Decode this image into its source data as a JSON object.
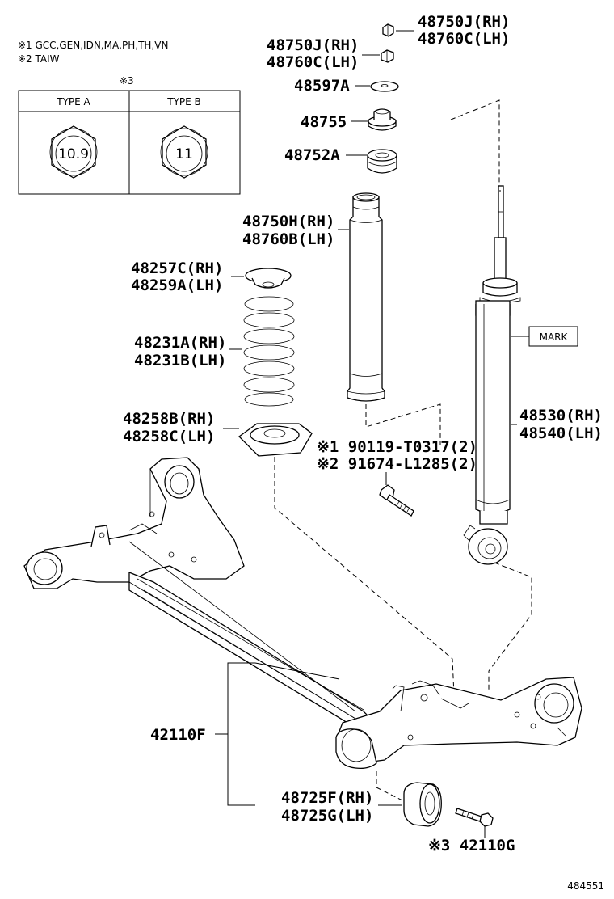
{
  "notes": {
    "note1": "※1 GCC,GEN,IDN,MA,PH,TH,VN",
    "note2": "※2 TAIW"
  },
  "table": {
    "marker": "※3",
    "col_a": "TYPE A",
    "col_b": "TYPE B",
    "nut_a": "10.9",
    "nut_b": "11"
  },
  "labels": {
    "nut_top_rh": "48750J(RH)",
    "nut_top_lh": "48760C(LH)",
    "nut_2_rh": "48750J(RH)",
    "nut_2_lh": "48760C(LH)",
    "washer": "48597A",
    "cushion": "48755",
    "cushion2": "48752A",
    "boot_rh": "48750H(RH)",
    "boot_lh": "48760B(LH)",
    "upper_seat_rh": "48257C(RH)",
    "upper_seat_lh": "48259A(LH)",
    "spring_rh": "48231A(RH)",
    "spring_lh": "48231B(LH)",
    "lower_seat_rh": "48258B(RH)",
    "lower_seat_lh": "48258C(LH)",
    "bolt1": "※1 90119-T0317(2)",
    "bolt2": "※2 91674-L1285(2)",
    "absorber_rh": "48530(RH)",
    "absorber_lh": "48540(LH)",
    "mark": "MARK",
    "beam": "42110F",
    "bushing_rh": "48725F(RH)",
    "bushing_lh": "48725G(LH)",
    "beam_bolt": "※3 42110G",
    "diagram_no": "484551"
  }
}
